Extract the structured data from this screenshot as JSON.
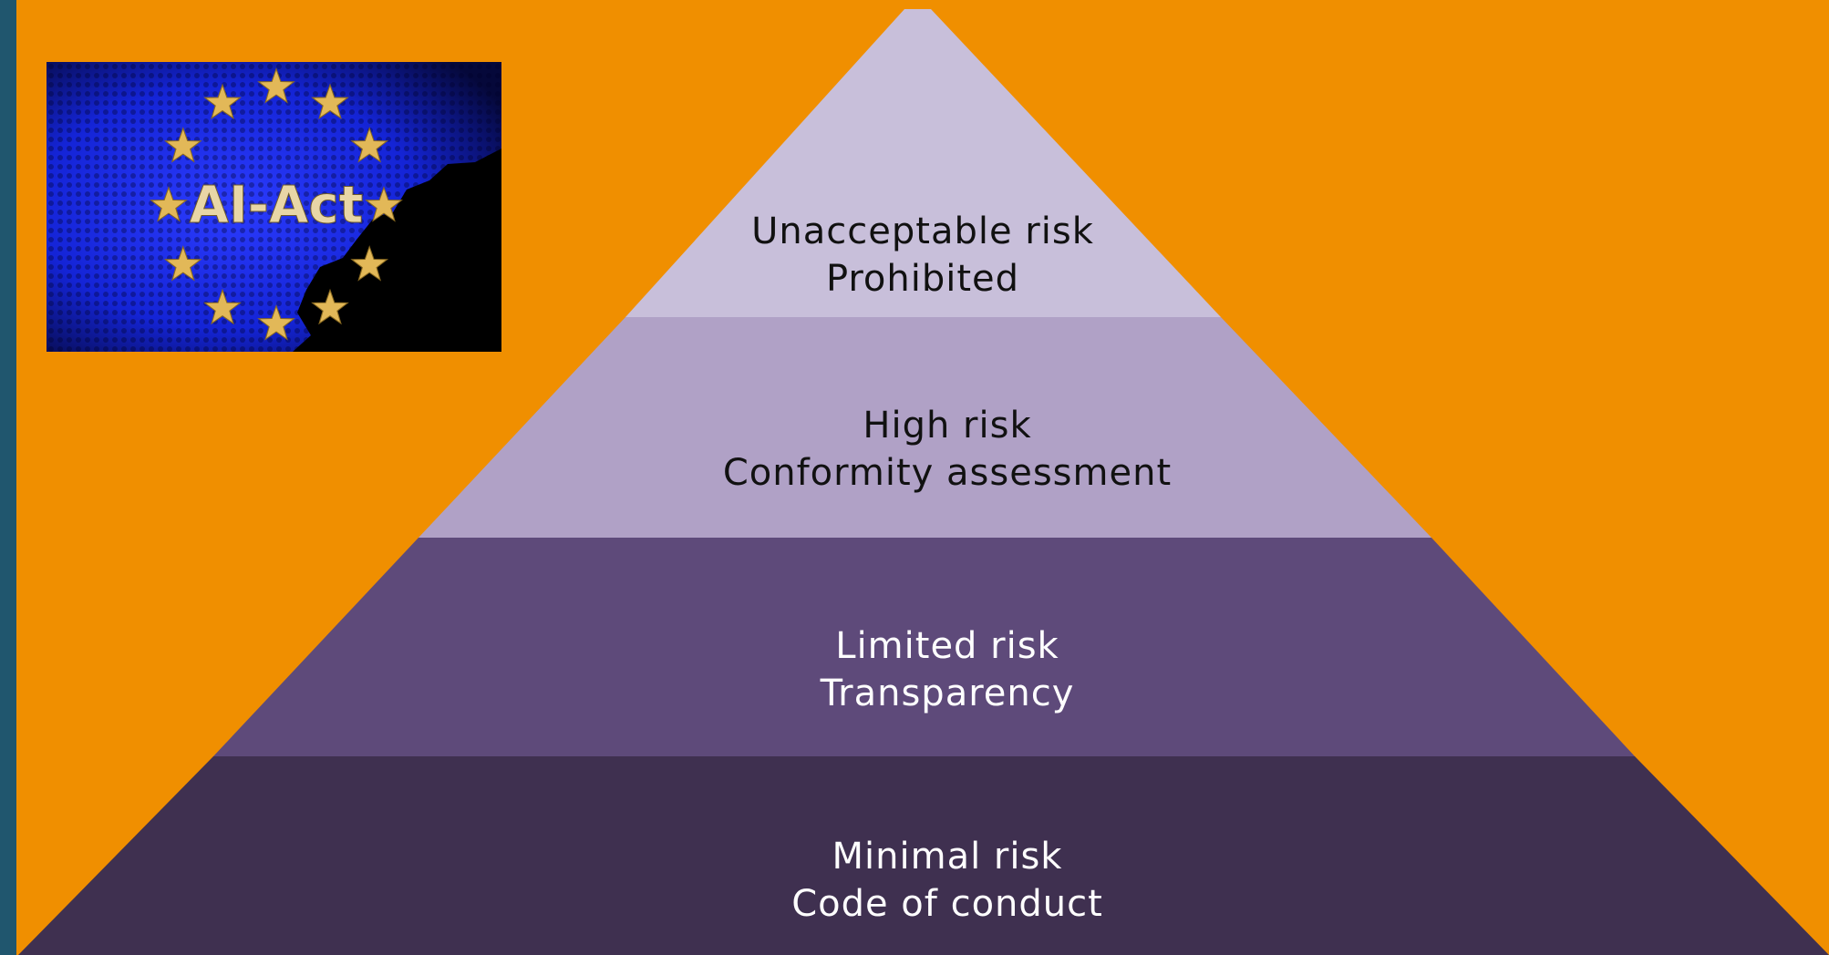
{
  "colors": {
    "background": "#F08F00",
    "side_bar": "#20566E",
    "tier_unacceptable": "#C8BFDA",
    "tier_high": "#B0A1C6",
    "tier_limited": "#5E4A7A",
    "tier_minimal": "#3F3050",
    "text_dark": "#111111",
    "text_light": "#FFFFFF",
    "logo_blue": "#1424D6",
    "logo_star": "#E2B858"
  },
  "logo": {
    "text": "AI-Act",
    "star_count": 12
  },
  "pyramid": {
    "tiers": [
      {
        "level": "Unacceptable risk",
        "requirement": "Prohibited"
      },
      {
        "level": "High risk",
        "requirement": "Conformity assessment"
      },
      {
        "level": "Limited risk",
        "requirement": "Transparency"
      },
      {
        "level": "Minimal risk",
        "requirement": "Code of conduct"
      }
    ]
  }
}
